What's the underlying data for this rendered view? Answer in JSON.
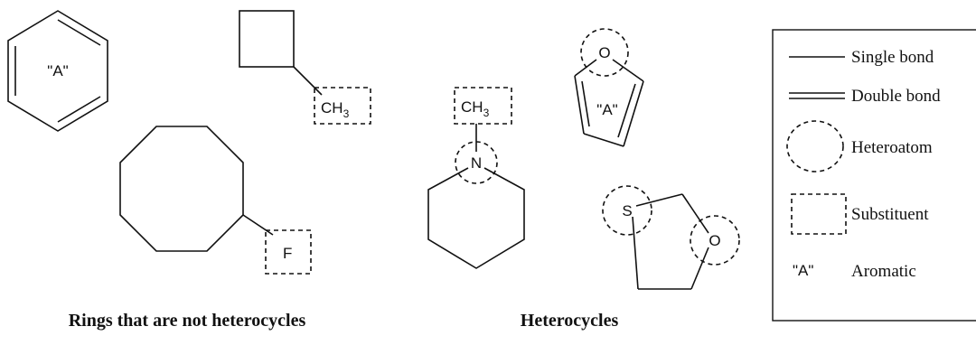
{
  "labels": {
    "aromatic": "\"A\"",
    "ch3": "CH",
    "ch3_sub": "3",
    "fluorine": "F",
    "nitrogen": "N",
    "oxygen": "O",
    "sulfur": "S"
  },
  "legend": {
    "single": "Single bond",
    "double": "Double bond",
    "heteroatom": "Heteroatom",
    "substituent": "Substituent",
    "aromatic_symbol": "\"A\"",
    "aromatic": "Aromatic"
  },
  "captions": {
    "left": "Rings that are not heterocycles",
    "right": "Heterocycles"
  }
}
